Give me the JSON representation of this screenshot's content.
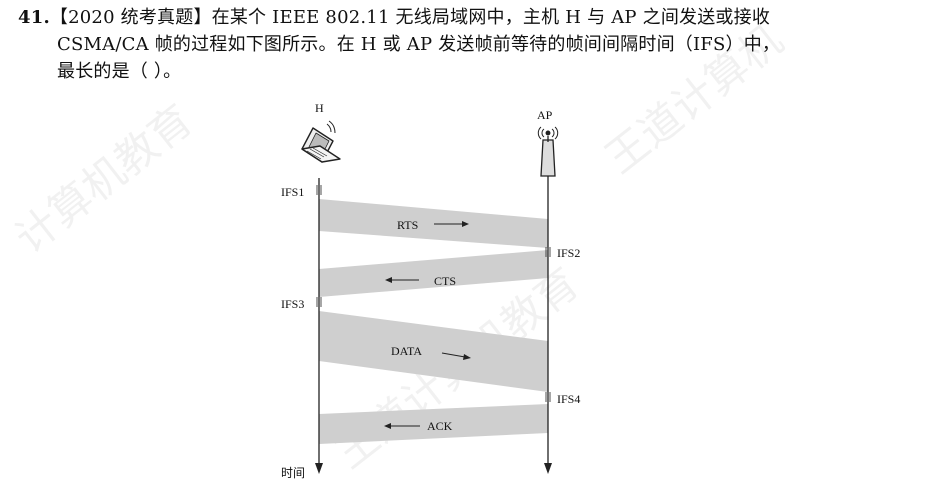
{
  "question": {
    "number": "41.",
    "line1": "【2020 统考真题】在某个 IEEE 802.11 无线局域网中，主机 H 与 AP 之间发送或接收",
    "line2": "CSMA/CA 帧的过程如下图所示。在 H 或 AP 发送帧前等待的帧间间隔时间（IFS）中，",
    "line3": "最长的是（ ）。"
  },
  "diagram": {
    "host_label": "H",
    "ap_label": "AP",
    "time_label": "时间",
    "ifs_labels": [
      "IFS1",
      "IFS2",
      "IFS3",
      "IFS4"
    ],
    "messages": [
      "RTS",
      "CTS",
      "DATA",
      "ACK"
    ],
    "colors": {
      "band": "#cfcfcf",
      "line": "#222222"
    }
  },
  "watermark": {
    "text1": "王道计算机",
    "text2": "计算机教育",
    "text3": "王道计算机教育"
  }
}
